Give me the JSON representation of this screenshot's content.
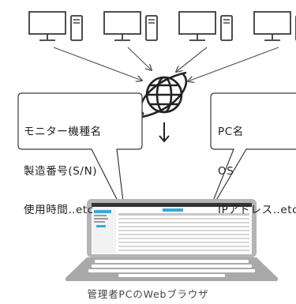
{
  "colors": {
    "line": "#3a3a3a",
    "arrow": "#555555",
    "laptop_body": "#b5b5b5",
    "laptop_base": "#a9a9a9",
    "key": "#ffffff",
    "screen_bg": "#ffffff",
    "screen_header": "#333333",
    "screen_accent": "#3aa9d8"
  },
  "icons": {
    "device": "desktop-monitor-and-tower-icon",
    "hub": "globe-network-icon",
    "client": "laptop-icon"
  },
  "left_callout": {
    "lines": [
      "モニター機種名",
      "製造番号(S/N)",
      "使用時間‥etc"
    ]
  },
  "right_callout": {
    "lines": [
      "PC名",
      "OS",
      "IPアドレス‥etc"
    ]
  },
  "caption": "管理者PCのWebブラウザ"
}
